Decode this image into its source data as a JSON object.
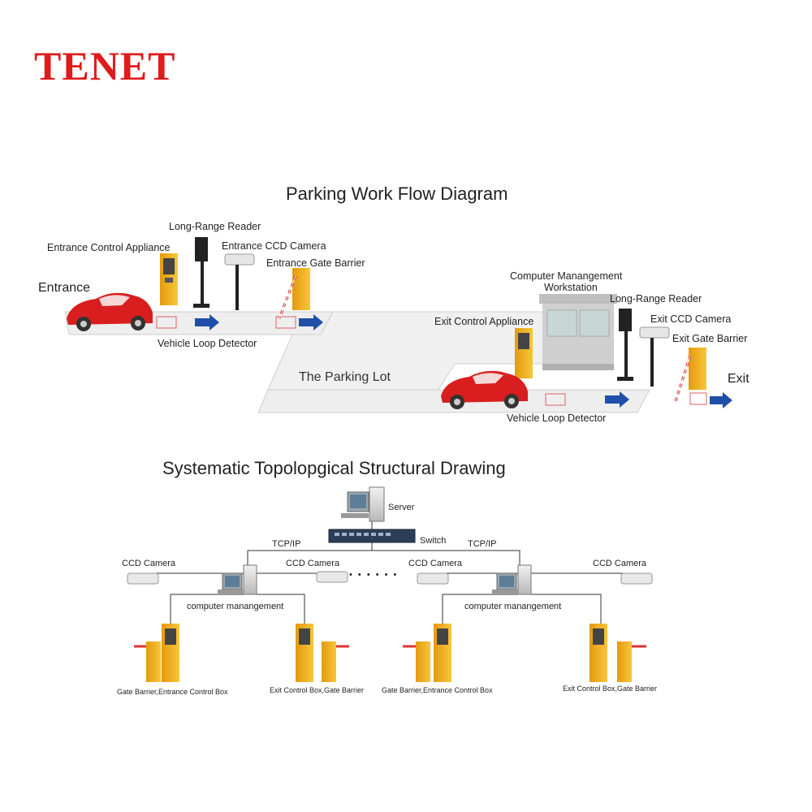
{
  "brand": {
    "name": "TENET",
    "color": "#e01b1b"
  },
  "workflow": {
    "title": "Parking Work Flow Diagram",
    "labels": {
      "long_range_reader_entry": "Long-Range Reader",
      "entrance_control_appliance": "Entrance  Control  Appliance",
      "entrance_ccd_camera": "Entrance CCD Camera",
      "entrance_gate_barrier": "Entrance Gate Barrier",
      "entrance": "Entrance",
      "vehicle_loop_detector_entry": "Vehicle Loop Detector",
      "parking_lot": "The Parking Lot",
      "computer_management_line1": "Computer Manangement",
      "computer_management_line2": "Workstation",
      "long_range_reader_exit": "Long-Range Reader",
      "exit_control_appliance": "Exit Control  Appliance",
      "exit_ccd_camera": "Exit CCD Camera",
      "exit_gate_barrier": "Exit Gate Barrier",
      "exit": "Exit",
      "vehicle_loop_detector_exit": "Vehicle Loop Detector"
    },
    "colors": {
      "car": "#d81e1e",
      "gate": "#f0b21c",
      "arrow": "#1f4fa8",
      "road": "#eeeeee"
    }
  },
  "topology": {
    "title": "Systematic Topolopgical Structural Drawing",
    "labels": {
      "server": "Server",
      "switch": "Switch",
      "tcpip_left": "TCP/IP",
      "tcpip_right": "TCP/IP",
      "ccd_camera_1": "CCD Camera",
      "ccd_camera_2": "CCD Camera",
      "ccd_camera_3": "CCD Camera",
      "ccd_camera_4": "CCD Camera",
      "computer_management_left": "computer manangement",
      "computer_management_right": "computer manangement",
      "group_1": "Gate Barrier,Entrance Control Box",
      "group_2": "Exit Control Box,Gate Barrier",
      "group_3": "Gate Barrier,Entrance Control Box",
      "group_4": "Exit Control Box,Gate Barrier",
      "ellipsis": "• • •   • • •"
    }
  }
}
